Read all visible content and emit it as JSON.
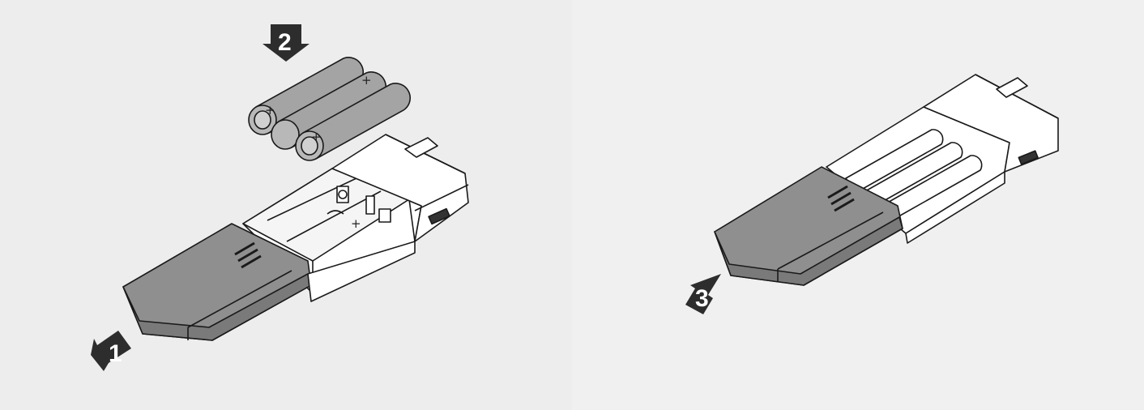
{
  "steps": [
    {
      "number": "1",
      "direction": "down-left"
    },
    {
      "number": "2",
      "direction": "down"
    },
    {
      "number": "3",
      "direction": "up-right"
    }
  ],
  "battery_marks": {
    "positive": "+",
    "terminal_positive": "+"
  },
  "colors": {
    "page": "#ededed",
    "cover": "#8f8f8f",
    "cover_edge": "#7a7a7a",
    "battery": "#a4a4a4",
    "outline": "#1a1a1a",
    "body": "#ffffff",
    "arrow": "#2d2d2d"
  },
  "icons": [
    "arrow-icon",
    "battery-icon",
    "spring-contact-icon",
    "usb-port-icon"
  ]
}
